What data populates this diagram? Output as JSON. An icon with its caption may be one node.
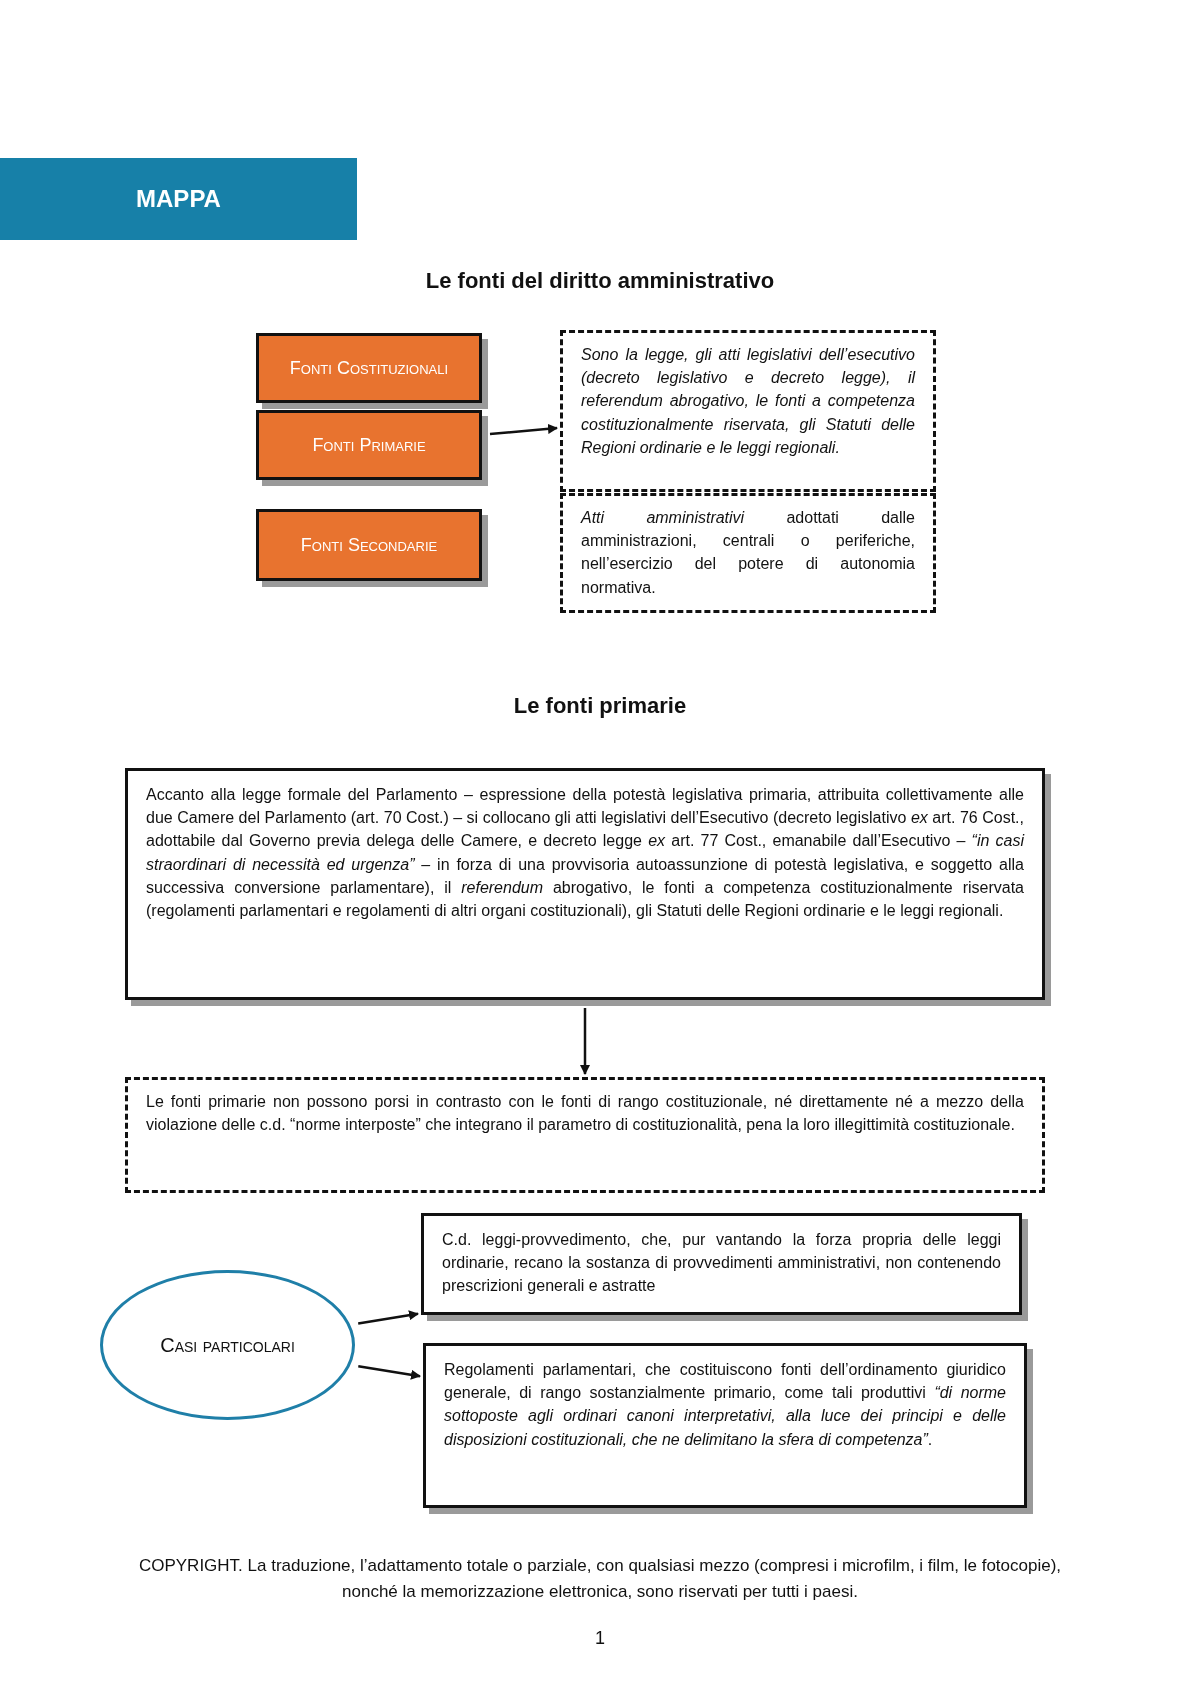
{
  "diagram": {
    "title": "Le fonti del diritto amministrativo",
    "nodes": [
      {
        "text": [
          "Fonti Costituzionali"
        ]
      },
      {
        "text": [
          "Fonti Primarie"
        ]
      },
      {
        "text": [
          "Fonti Secondarie"
        ]
      },
      {
        "text": [
          "Sono la legge, gli atti legislativi dell’esecutivo (decreto legislativo e decreto legge), il referendum abrogativo, le fonti a competenza costituzionalmente riservata, gli Statuti delle Regioni ordinarie e le leggi regionali."
        ]
      },
      {
        "text": [
          "*Atti amministrativi* adottati dalle amministrazioni, centrali o periferiche, nell’esercizio del potere di autonomia normativa."
        ]
      },
      {
        "text": [
          "Accanto alla legge formale del Parlamento – espressione della potestà legislativa primaria, attribuita collettivamente alle due Camere del Parlamento (art. 70 Cost.) – si collocano gli atti legislativi dell’Esecutivo (decreto legislativo *ex* art. 76 Cost., adottabile dal Governo previa delega delle Camere, e decreto legge *ex* art. 77 Cost., emanabile dall’Esecutivo – *“in casi straordinari di necessità ed urgenza”* – in forza di una provvisoria autoassunzione di potestà legislativa, e soggetto alla successiva conversione parlamentare), il *referendum* abrogativo, le fonti a competenza costituzionalmente riservata (regolamenti parlamentari e regolamenti di altri organi costituzionali), gli Statuti delle Regioni ordinarie e le leggi regionali."
        ]
      },
      {
        "text": [
          "Le fonti primarie non possono porsi in contrasto con le fonti di rango costituzionale, né direttamente né a mezzo della violazione delle c.d. “norme interposte” che integrano il parametro di costituzionalità, pena la loro illegittimità costituzionale."
        ]
      },
      {
        "text": [
          "Casi particolari"
        ]
      },
      {
        "text": [
          "C.d. leggi-provvedimento, che, pur vantando la forza propria delle leggi ordinarie, recano la sostanza di provvedimenti amministrativi, non contenendo prescrizioni generali e astratte"
        ]
      },
      {
        "text": [
          "Regolamenti parlamentari, che costituiscono fonti dell’ordinamento giuridico generale, di rango sostanzialmente primario, come tali produttivi *“di norme sottoposte agli ordinari canoni interpretativi, alla luce dei principi e delle disposizioni costituzionali, che ne delimitano la sfera di competenza”*."
        ]
      }
    ],
    "edges": [
      {
        "from": 1,
        "to": 3,
        "arrow": "to"
      },
      {
        "from": 5,
        "to": 6,
        "arrow": "to"
      },
      {
        "from": 7,
        "to": 8,
        "arrow": "to"
      },
      {
        "from": 7,
        "to": 9,
        "arrow": "to"
      }
    ],
    "labels": [
      "MAPPA",
      "Le fonti primarie",
      "COPYRIGHT. La traduzione, l’adattamento totale o parziale, con qualsiasi mezzo (compresi i microfilm, i film, le fotocopie), nonché la memorizzazione elettronica, sono riservati per tutti i paesi.",
      "1"
    ]
  }
}
